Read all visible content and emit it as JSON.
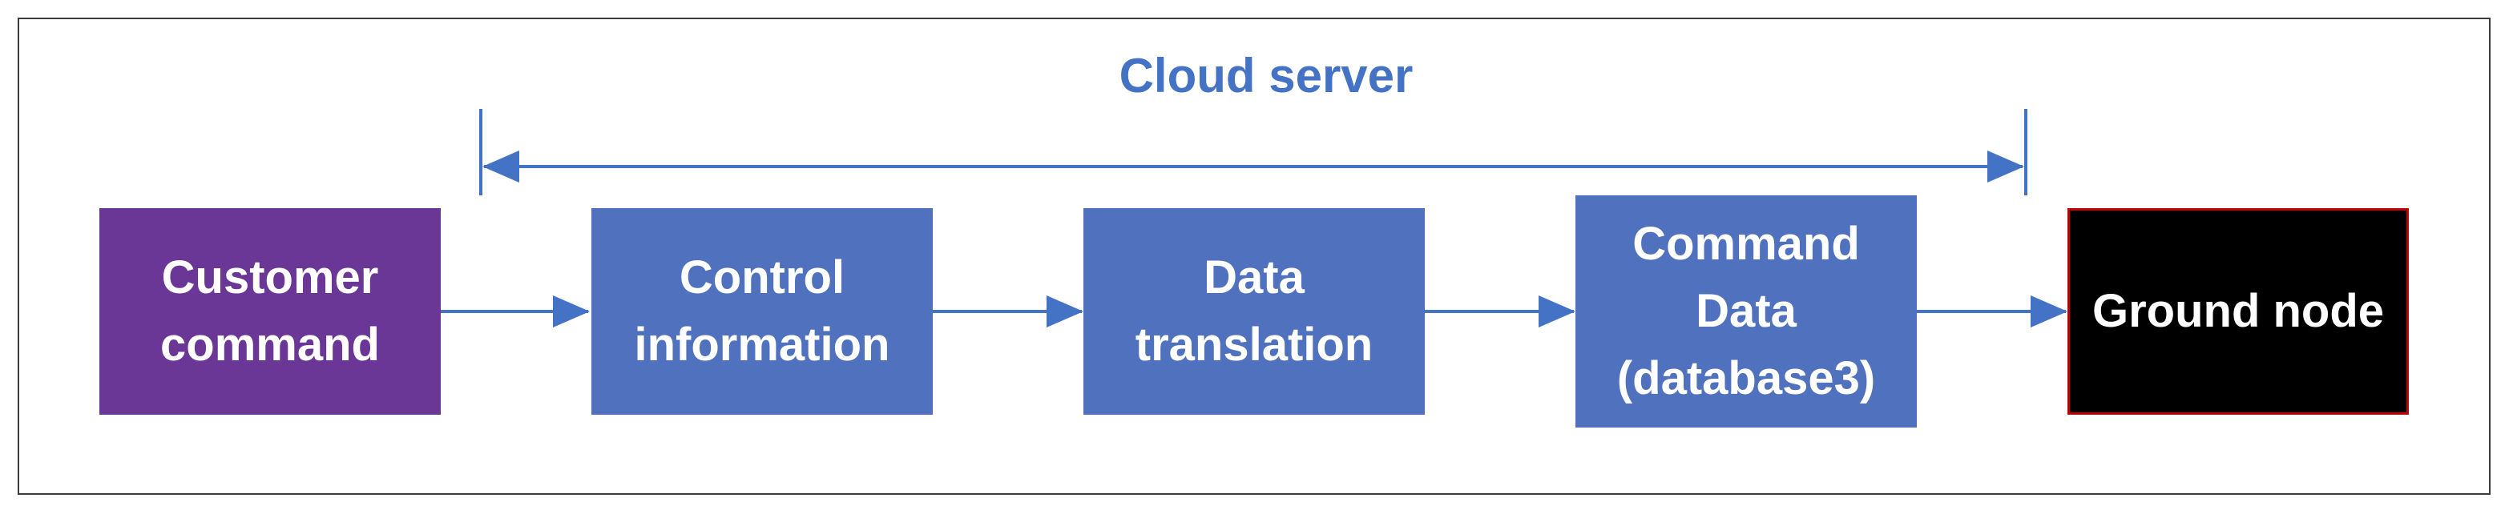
{
  "diagram": {
    "title": "Cloud server",
    "colors": {
      "blue": "#4f71be",
      "purple": "#6a3797",
      "black": "#000000",
      "red_border": "#c00000",
      "arrow": "#4472c4",
      "title": "#4472c4"
    },
    "nodes": [
      {
        "id": "customer",
        "label": "Customer\ncommand"
      },
      {
        "id": "control",
        "label": "Control\ninformation"
      },
      {
        "id": "translation",
        "label": "Data\ntranslation"
      },
      {
        "id": "command",
        "label": "Command\nData\n(database3)"
      },
      {
        "id": "ground",
        "label": "Ground node"
      }
    ]
  }
}
